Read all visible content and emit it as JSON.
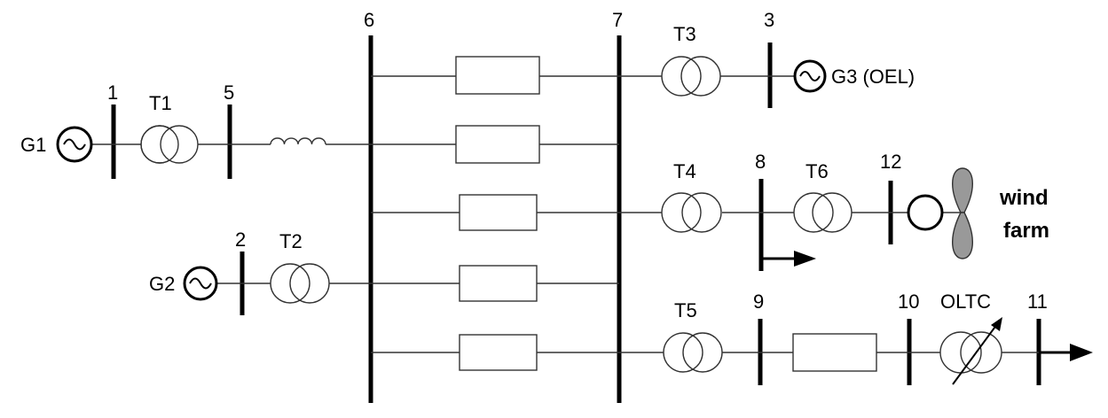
{
  "buses": {
    "b1": "1",
    "b2": "2",
    "b3": "3",
    "b5": "5",
    "b6": "6",
    "b7": "7",
    "b8": "8",
    "b9": "9",
    "b10": "10",
    "b11": "11",
    "b12": "12"
  },
  "transformers": {
    "t1": "T1",
    "t2": "T2",
    "t3": "T3",
    "t4": "T4",
    "t5": "T5",
    "t6": "T6",
    "oltc": "OLTC"
  },
  "generators": {
    "g1": "G1",
    "g2": "G2",
    "g3": "G3 (OEL)"
  },
  "wind_farm": {
    "line1": "wind",
    "line2": "farm"
  }
}
